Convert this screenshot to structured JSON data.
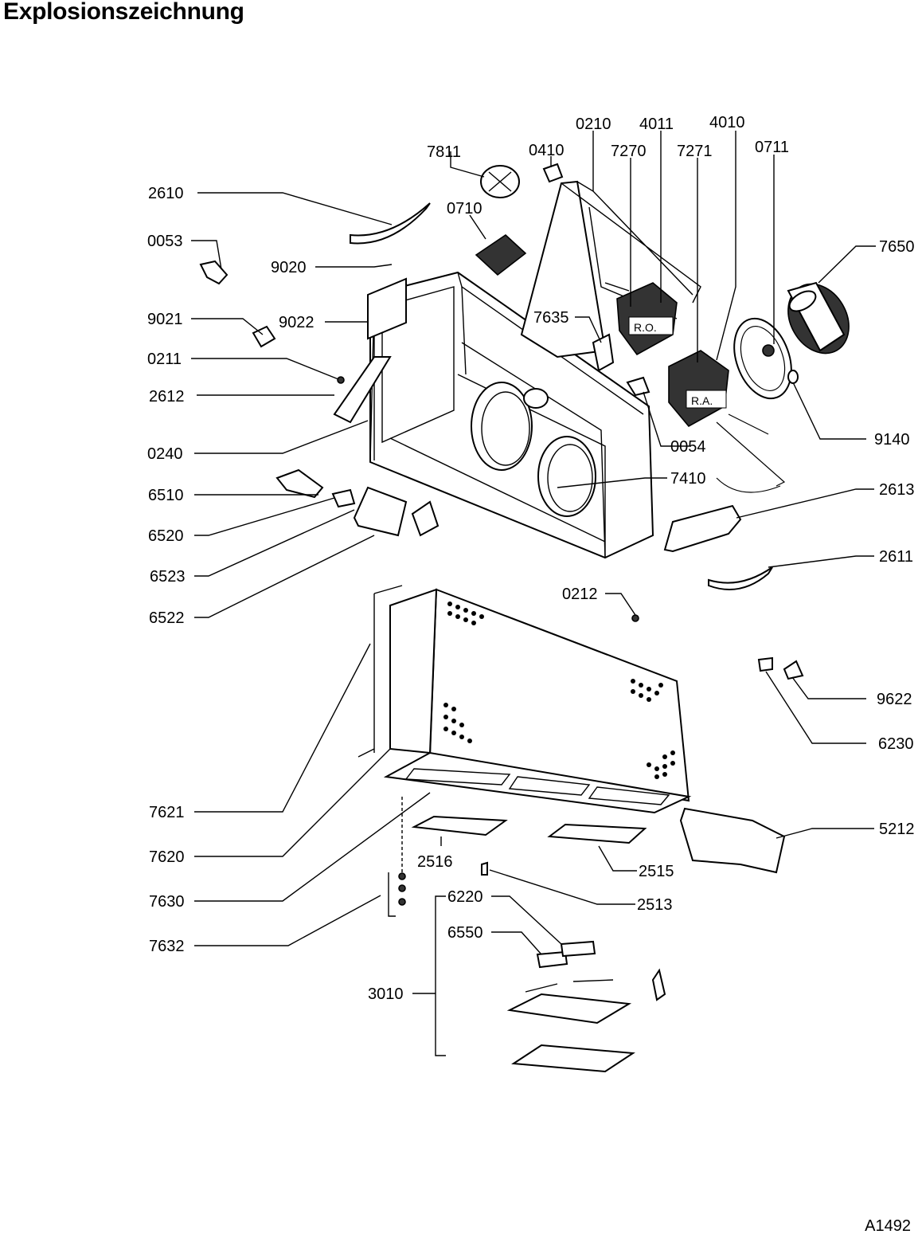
{
  "title": "Explosionszeichnung",
  "ref_code": "A1492",
  "labels": {
    "l2610": "2610",
    "l0053": "0053",
    "l9020": "9020",
    "l9021": "9021",
    "l9022": "9022",
    "l0211": "0211",
    "l2612": "2612",
    "l0240": "0240",
    "l6510": "6510",
    "l6520": "6520",
    "l6523": "6523",
    "l6522": "6522",
    "l7811": "7811",
    "l0410": "0410",
    "l0710": "0710",
    "l0210": "0210",
    "l4011": "4011",
    "l4010": "4010",
    "l7270": "7270",
    "l7271": "7271",
    "l0711": "0711",
    "l7650": "7650",
    "l7635": "7635",
    "l9140": "9140",
    "l0054": "0054",
    "l7410": "7410",
    "l2613": "2613",
    "l2611": "2611",
    "l0212": "0212",
    "l9622": "9622",
    "l6230": "6230",
    "l7621": "7621",
    "l7620": "7620",
    "l7630": "7630",
    "l7632": "7632",
    "l2516": "2516",
    "l2515": "2515",
    "l2513": "2513",
    "l5212": "5212",
    "l6220": "6220",
    "l6550": "6550",
    "l3010": "3010",
    "ro": "R.O.",
    "ra": "R.A."
  }
}
